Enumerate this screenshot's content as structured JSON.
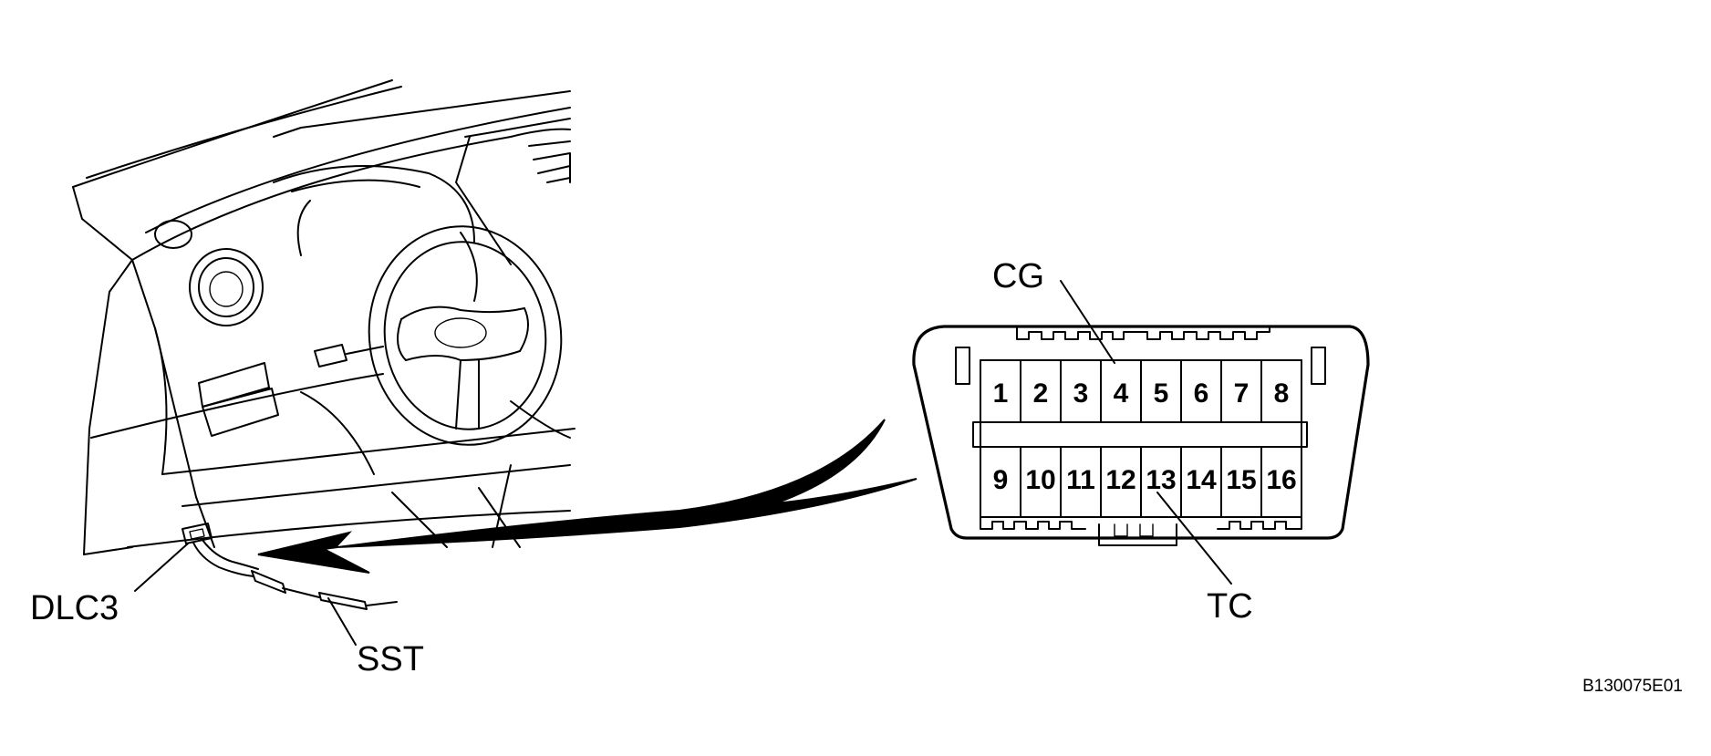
{
  "labels": {
    "dlc3": "DLC3",
    "sst": "SST",
    "cg": "CG",
    "tc": "TC",
    "figure_id": "B130075E01"
  },
  "connector": {
    "top_row": [
      "1",
      "2",
      "3",
      "4",
      "5",
      "6",
      "7",
      "8"
    ],
    "bottom_row": [
      "9",
      "10",
      "11",
      "12",
      "13",
      "14",
      "15",
      "16"
    ]
  },
  "icons": [
    "dashboard-illustration",
    "steering-wheel",
    "sst-jumper-wire",
    "curved-arrow",
    "obd-connector"
  ]
}
